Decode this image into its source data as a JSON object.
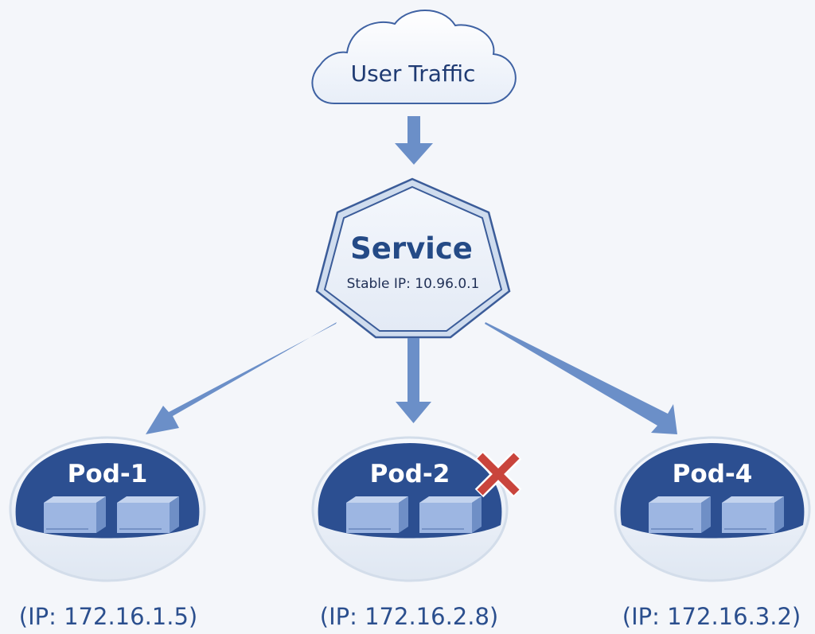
{
  "diagram": {
    "type": "kubernetes-service-routing",
    "source": {
      "label": "User Traffic",
      "shape": "cloud-icon"
    },
    "service": {
      "title": "Service",
      "subtitle": "Stable IP: 10.96.0.1",
      "shape": "heptagon"
    },
    "pods": [
      {
        "label": "Pod-1",
        "ip_label": "(IP: 172.16.1.5)",
        "status": "healthy",
        "failed": false
      },
      {
        "label": "Pod-2",
        "ip_label": "(IP: 172.16.2.8)",
        "status": "failed",
        "failed": true,
        "status_icon": "x-mark-icon"
      },
      {
        "label": "Pod-4",
        "ip_label": "(IP: 172.16.3.2)",
        "status": "healthy",
        "failed": false
      }
    ],
    "edges": [
      {
        "from": "User Traffic",
        "to": "Service"
      },
      {
        "from": "Service",
        "to": "Pod-1"
      },
      {
        "from": "Service",
        "to": "Pod-2"
      },
      {
        "from": "Service",
        "to": "Pod-4"
      }
    ]
  },
  "colors": {
    "background": "#f4f6fa",
    "arrow": "#6b8fc8",
    "pod_fill": "#2c4f91",
    "pod_base": "#e6ecf5",
    "container_front": "#9db6e2",
    "container_top": "#c3d3ee",
    "container_side": "#6f8fc6",
    "outline": "#3b5c99",
    "text_dark": "#1f3b73",
    "failure_mark": "#c9443c"
  }
}
